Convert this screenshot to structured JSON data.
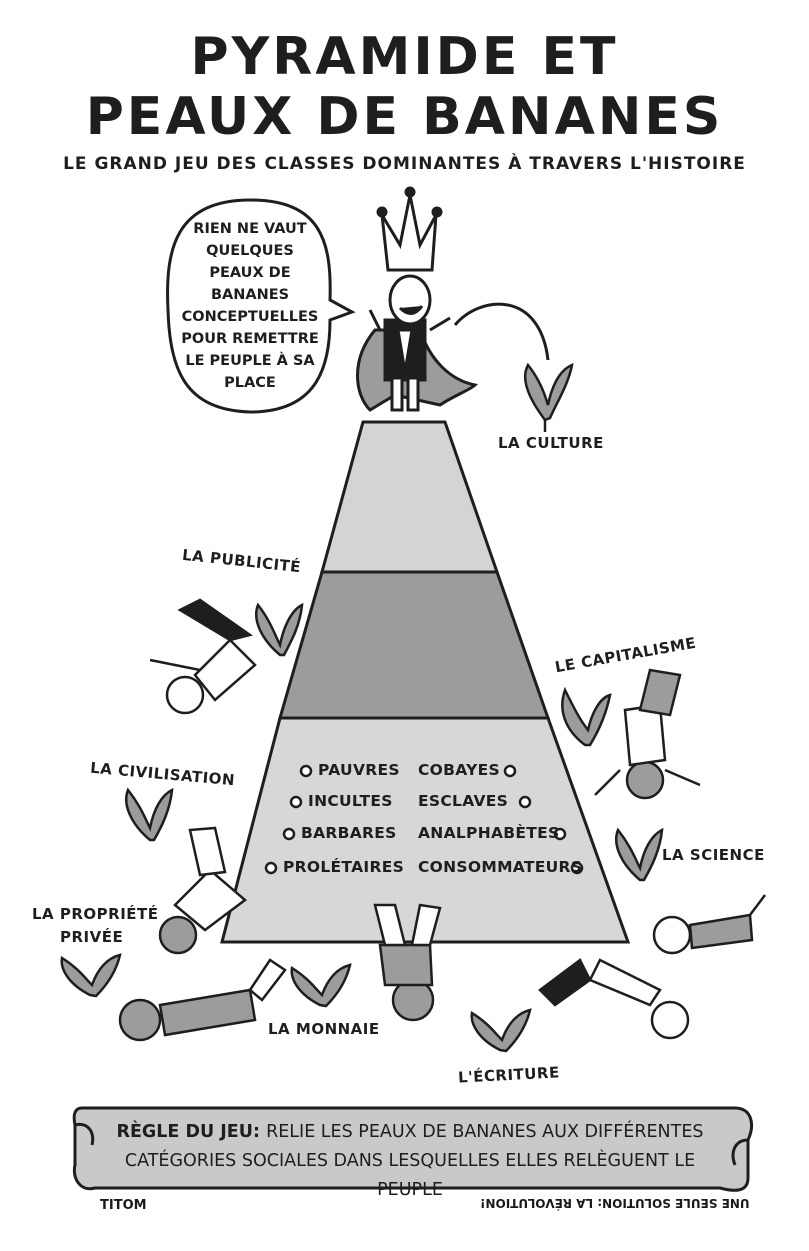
{
  "title_line1": "PYRAMIDE ET",
  "title_line2": "PEAUX DE BANANES",
  "subtitle": "LE GRAND JEU DES CLASSES DOMINANTES À TRAVERS L'HISTOIRE",
  "speech_bubble": "RIEN NE VAUT QUELQUES PEAUX DE BANANES CONCEPTUELLES POUR REMETTRE LE PEUPLE À SA PLACE",
  "labels": {
    "culture": "LA CULTURE",
    "publicite": "LA PUBLICITÉ",
    "capitalisme": "LE CAPITALISME",
    "civilisation": "LA CIVILISATION",
    "science": "LA SCIENCE",
    "propriete_1": "LA PROPRIÉTÉ",
    "propriete_2": "PRIVÉE",
    "monnaie": "LA MONNAIE",
    "ecriture": "L'ÉCRITURE"
  },
  "categories_left": [
    "PAUVRES",
    "INCULTES",
    "BARBARES",
    "PROLÉTAIRES"
  ],
  "categories_right": [
    "COBAYES",
    "ESCLAVES",
    "ANALPHABÈTES",
    "CONSOMMATEURS"
  ],
  "rule_label": "RÈGLE DU JEU:",
  "rule_text_1": "RELIE LES PEAUX DE BANANES AUX DIFFÉRENTES",
  "rule_text_2": "CATÉGORIES SOCIALES DANS LESQUELLES ELLES RELÈGUENT LE PEUPLE",
  "signature": "TITOM",
  "solution_upside_down": "UNE SEULE SOLUTION: LA RÉVOLUTION!",
  "colors": {
    "tier_top": "#d4d4d4",
    "tier_middle": "#9c9c9c",
    "tier_bottom": "#d7d7d7",
    "ink": "#1e1e1e",
    "scroll": "#c9c9c9"
  }
}
